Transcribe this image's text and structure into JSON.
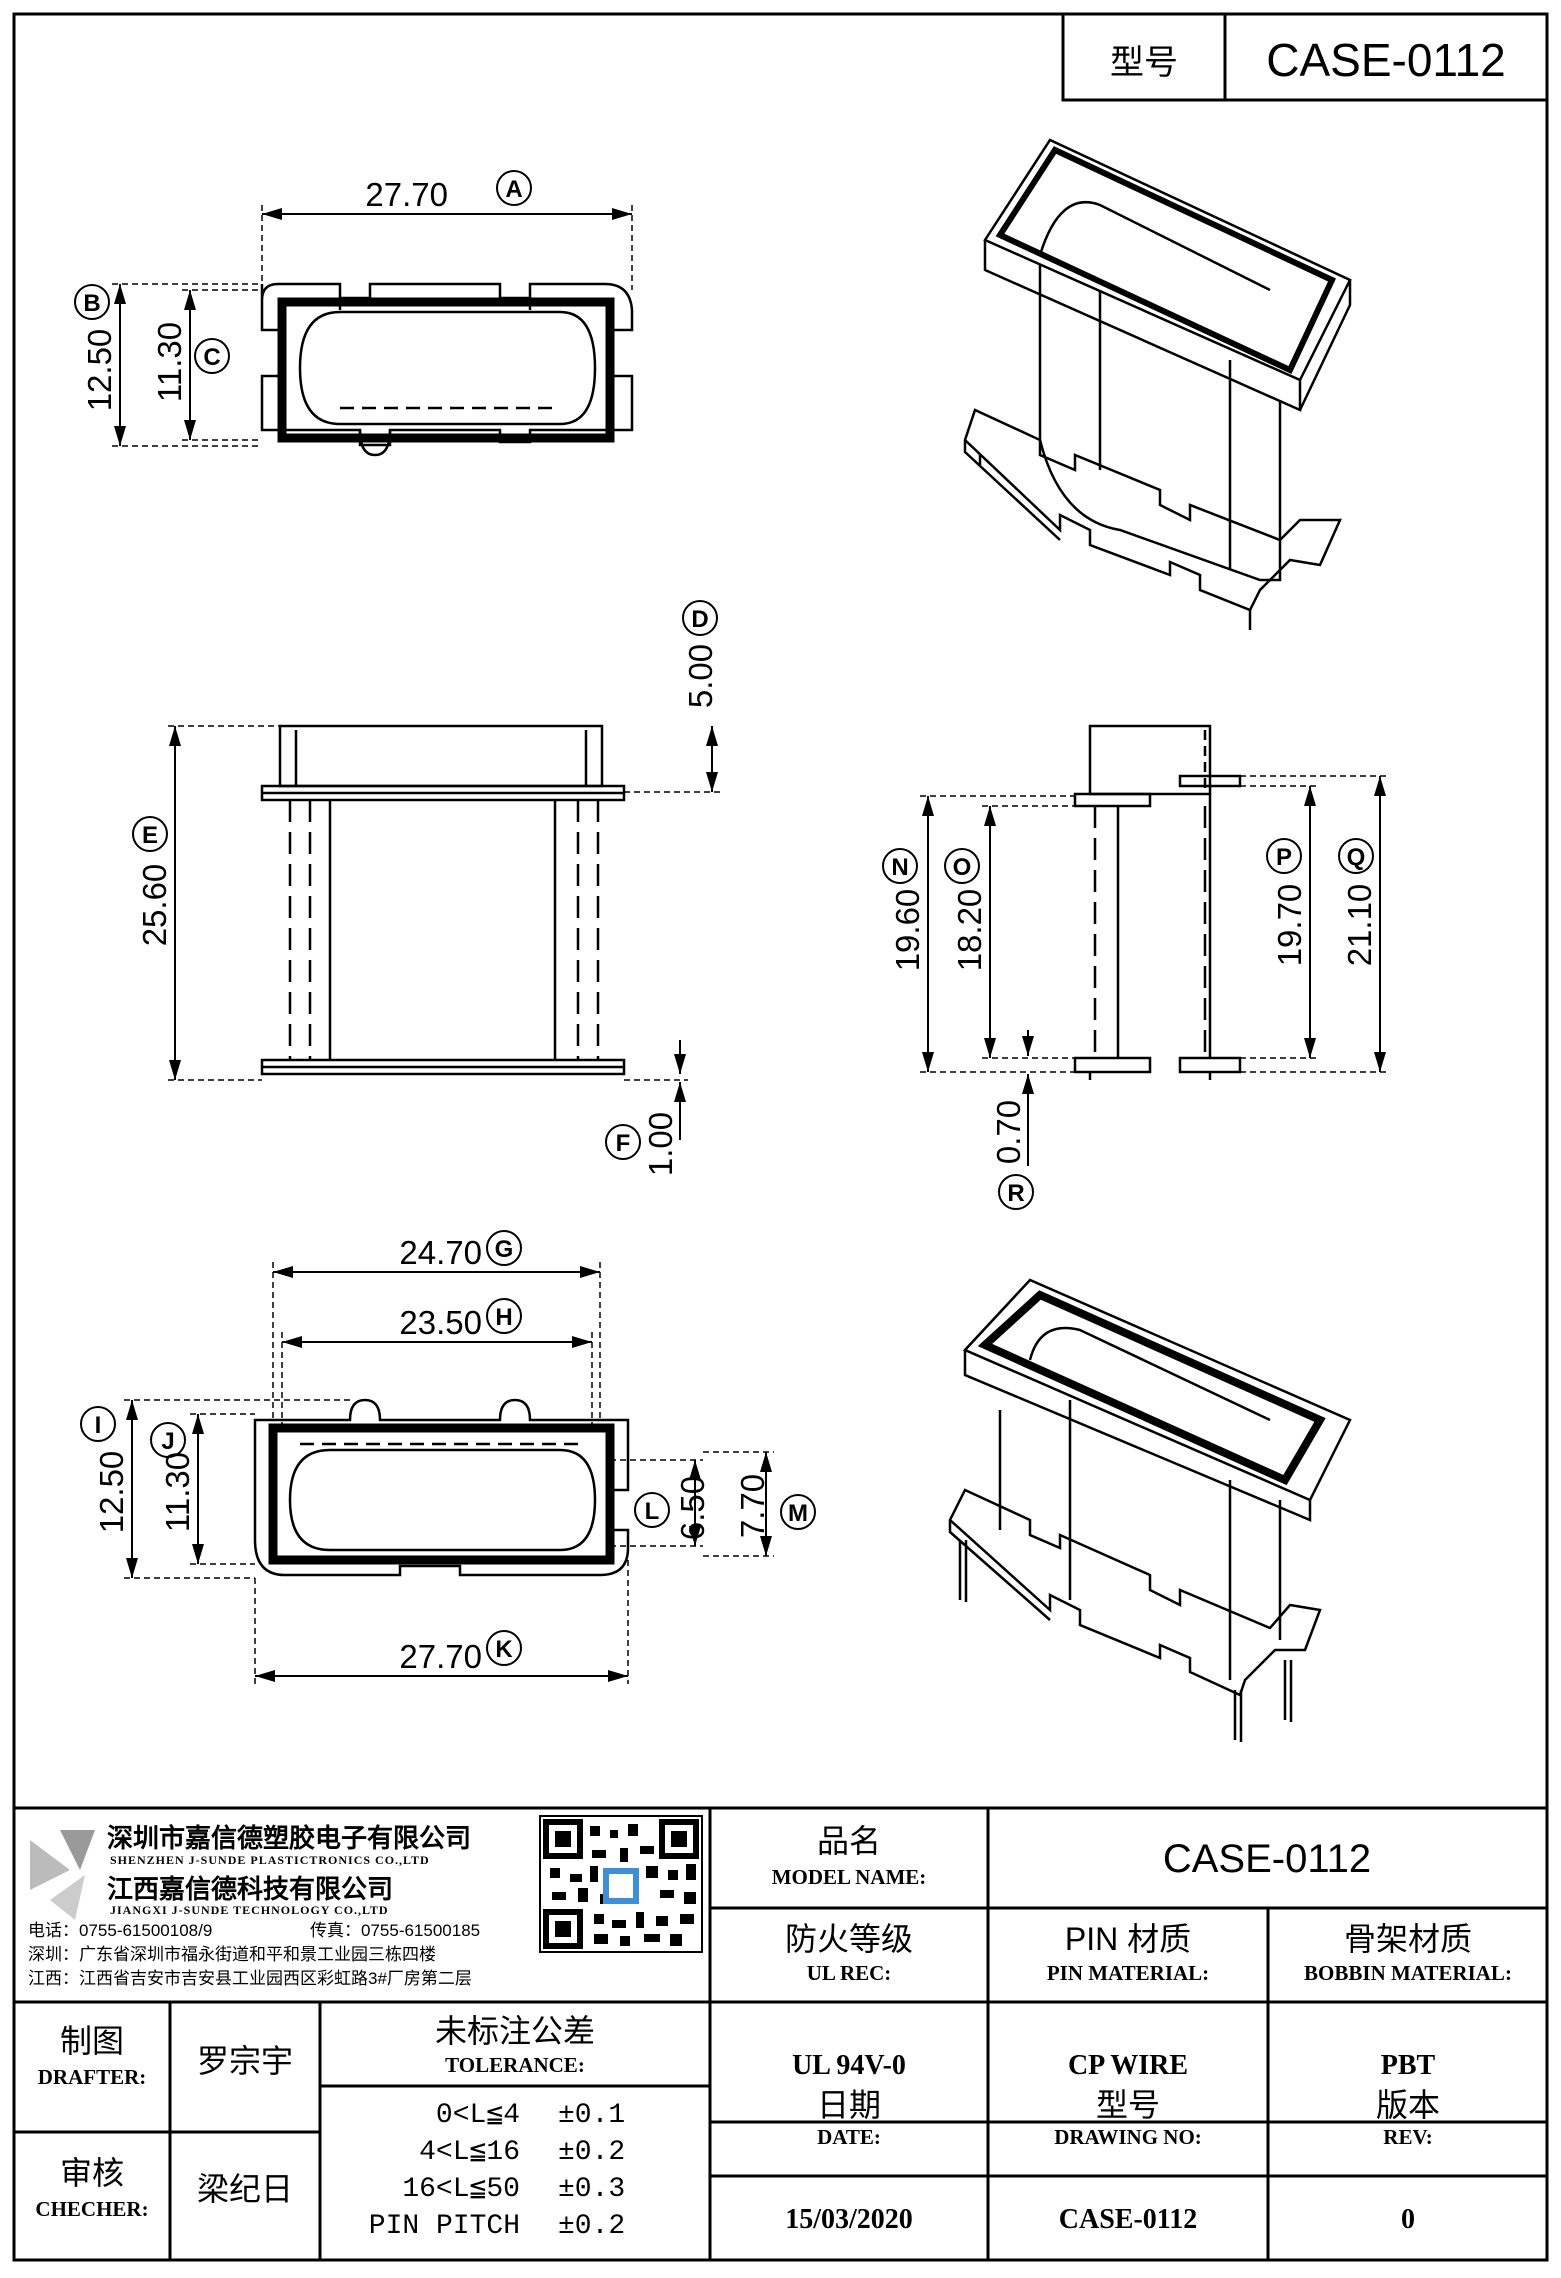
{
  "header": {
    "model_label": "型号",
    "model_value": "CASE-0112"
  },
  "dimensions": {
    "A": {
      "value": "27.70",
      "letter": "A"
    },
    "B": {
      "value": "12.50",
      "letter": "B"
    },
    "C": {
      "value": "11.30",
      "letter": "C"
    },
    "D": {
      "value": "5.00",
      "letter": "D"
    },
    "E": {
      "value": "25.60",
      "letter": "E"
    },
    "F": {
      "value": "1.00",
      "letter": "F"
    },
    "G": {
      "value": "24.70",
      "letter": "G"
    },
    "H": {
      "value": "23.50",
      "letter": "H"
    },
    "I": {
      "value": "12.50",
      "letter": "I"
    },
    "J": {
      "value": "11.30",
      "letter": "J"
    },
    "K": {
      "value": "27.70",
      "letter": "K"
    },
    "L": {
      "value": "6.50",
      "letter": "L"
    },
    "M": {
      "value": "7.70",
      "letter": "M"
    },
    "N": {
      "value": "19.60",
      "letter": "N"
    },
    "O": {
      "value": "18.20",
      "letter": "O"
    },
    "P": {
      "value": "19.70",
      "letter": "P"
    },
    "Q": {
      "value": "21.10",
      "letter": "Q"
    },
    "R": {
      "value": "0.70",
      "letter": "R"
    }
  },
  "company": {
    "name_cn_1": "深圳市嘉信德塑胶电子有限公司",
    "name_en_1": "SHENZHEN J-SUNDE PLASTICTRONICS CO.,LTD",
    "name_cn_2": "江西嘉信德科技有限公司",
    "name_en_2": "JIANGXI J-SUNDE TECHNOLOGY CO.,LTD",
    "phone": "电话：0755-61500108/9",
    "fax": "传真：0755-61500185",
    "addr_sz": "深圳：广东省深圳市福永街道和平和景工业园三栋四楼",
    "addr_jx": "江西：江西省吉安市吉安县工业园西区彩虹路3#厂房第二层"
  },
  "title_block": {
    "product_name_cn": "品名",
    "product_name_en": "MODEL NAME:",
    "product_name_value": "CASE-0112",
    "ul_cn": "防火等级",
    "ul_en": "UL REC:",
    "ul_value": "UL 94V-0",
    "pin_cn": "PIN 材质",
    "pin_en": "PIN MATERIAL:",
    "pin_value": "CP WIRE",
    "bobbin_cn": "骨架材质",
    "bobbin_en": "BOBBIN MATERIAL:",
    "bobbin_value": "PBT",
    "date_cn": "日期",
    "date_en": "DATE:",
    "date_value": "15/03/2020",
    "drawing_cn": "型号",
    "drawing_en": "DRAWING NO:",
    "drawing_value": "CASE-0112",
    "rev_cn": "版本",
    "rev_en": "REV:",
    "rev_value": "0",
    "drafter_cn": "制图",
    "drafter_en": "DRAFTER:",
    "drafter_name": "罗宗宇",
    "checker_cn": "审核",
    "checker_en": "CHECHER:",
    "checker_name": "梁纪日",
    "tolerance_cn": "未标注公差",
    "tolerance_en": "TOLERANCE:",
    "tolerances": [
      {
        "range": "0<L≦4",
        "value": "±0.1"
      },
      {
        "range": "4<L≦16",
        "value": "±0.2"
      },
      {
        "range": "16<L≦50",
        "value": "±0.3"
      },
      {
        "range": "PIN PITCH",
        "value": "±0.2"
      }
    ]
  }
}
